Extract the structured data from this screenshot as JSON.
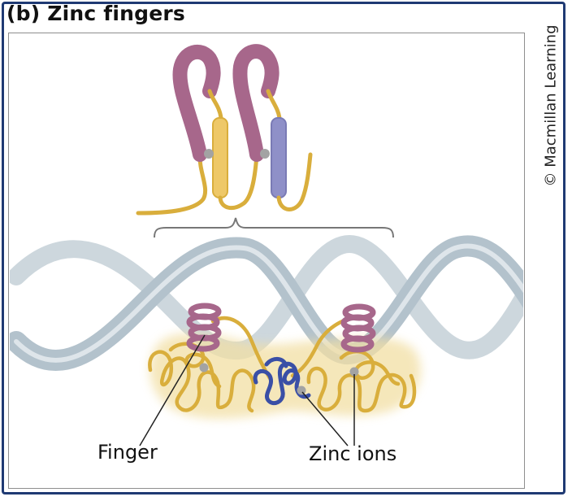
{
  "figure": {
    "title": "(b)  Zinc fingers",
    "credit": "© Macmillan Learning",
    "labels": {
      "finger": "Finger",
      "zinc_ions": "Zinc ions"
    },
    "colors": {
      "frame": "#1f3a73",
      "dna_strand": "#b3c2cc",
      "protein_coil": "#d9ae3c",
      "protein_glow": "#f2dfa4",
      "finger_loop": "#a7678b",
      "helix_yellow": "#eec868",
      "helix_blue": "#8f90c8",
      "linker": "#3a4fa6",
      "zinc_ion": "#a3a3a3"
    }
  }
}
